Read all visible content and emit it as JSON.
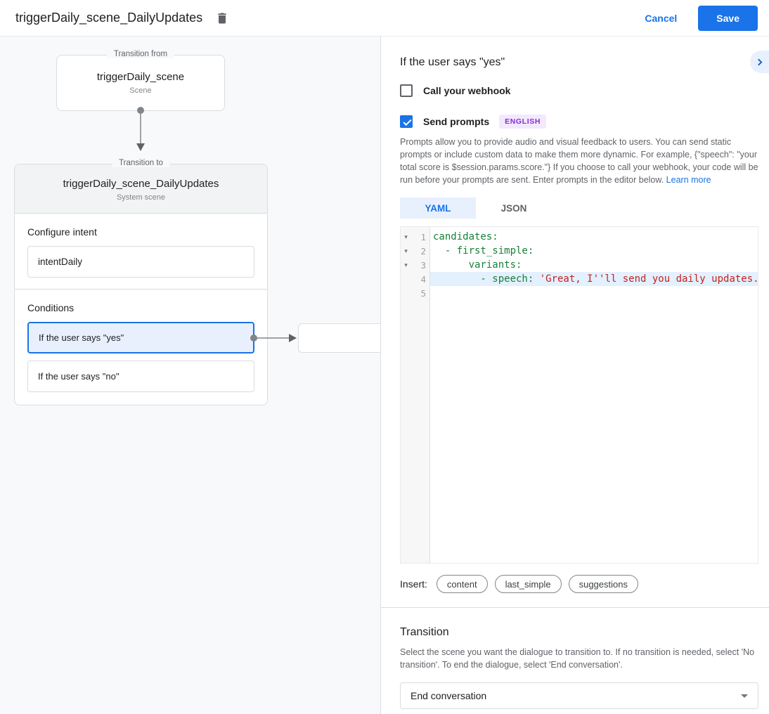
{
  "topbar": {
    "title": "triggerDaily_scene_DailyUpdates",
    "cancel_label": "Cancel",
    "save_label": "Save"
  },
  "diagram": {
    "from_box": {
      "legend": "Transition from",
      "name": "triggerDaily_scene",
      "type": "Scene"
    },
    "to_box": {
      "legend": "Transition to",
      "name": "triggerDaily_scene_DailyUpdates",
      "type": "System scene",
      "intent_section": {
        "heading": "Configure intent",
        "intent_name": "intentDaily"
      },
      "conditions_section": {
        "heading": "Conditions",
        "conditions": [
          {
            "label": "If the user says \"yes\"",
            "selected": true
          },
          {
            "label": "If the user says \"no\"",
            "selected": false
          }
        ]
      }
    }
  },
  "panel": {
    "title": "If the user says \"yes\"",
    "webhook_checkbox": {
      "label": "Call your webhook",
      "checked": false
    },
    "prompts_checkbox": {
      "label": "Send prompts",
      "checked": true,
      "language_badge": "ENGLISH"
    },
    "description": "Prompts allow you to provide audio and visual feedback to users. You can send static prompts or include custom data to make them more dynamic. For example, {\"speech\": \"your total score is $session.params.score.\"} If you choose to call your webhook, your code will be run before your prompts are sent. Enter prompts in the editor below. ",
    "learn_more_label": "Learn more",
    "tabs": [
      {
        "label": "YAML",
        "active": true
      },
      {
        "label": "JSON",
        "active": false
      }
    ],
    "editor": {
      "lines": [
        {
          "num": "1",
          "fold": true,
          "active": false,
          "segments": [
            {
              "text": "candidates:",
              "type": "key"
            }
          ]
        },
        {
          "num": "2",
          "fold": true,
          "active": false,
          "segments": [
            {
              "text": "  - first_simple:",
              "type": "key"
            }
          ]
        },
        {
          "num": "3",
          "fold": true,
          "active": false,
          "segments": [
            {
              "text": "      variants:",
              "type": "key"
            }
          ]
        },
        {
          "num": "4",
          "fold": false,
          "active": true,
          "segments": [
            {
              "text": "        - speech: ",
              "type": "key"
            },
            {
              "text": "'Great, I''ll send you daily updates.'",
              "type": "string"
            }
          ]
        },
        {
          "num": "5",
          "fold": false,
          "active": false,
          "segments": []
        }
      ]
    },
    "insert": {
      "label": "Insert:",
      "chips": [
        "content",
        "last_simple",
        "suggestions"
      ]
    },
    "transition": {
      "heading": "Transition",
      "description": "Select the scene you want the dialogue to transition to. If no transition is needed, select 'No transition'. To end the dialogue, select 'End conversation'.",
      "dropdown_value": "End conversation"
    }
  },
  "colors": {
    "accent_blue": "#1a73e8",
    "selected_condition_bg": "#e8f0fe",
    "language_badge_bg": "#f3e8fd",
    "language_badge_text": "#8430ce",
    "code_key_green": "#188038",
    "code_string_red": "#c5221f",
    "active_line_bg": "#e3f0fd",
    "canvas_bg": "#f8f9fa"
  }
}
